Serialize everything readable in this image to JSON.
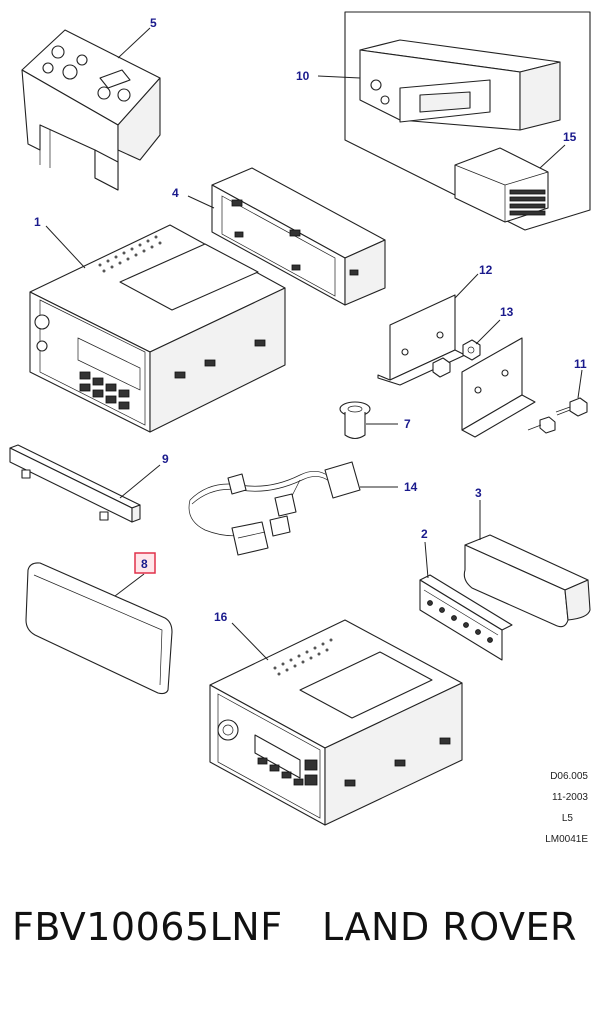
{
  "diagram": {
    "callouts": {
      "c1": "1",
      "c2": "2",
      "c3": "3",
      "c4": "4",
      "c5": "5",
      "c7": "7",
      "c8": "8",
      "c9": "9",
      "c10": "10",
      "c11": "11",
      "c12": "12",
      "c13": "13",
      "c14": "14",
      "c15": "15",
      "c16": "16"
    },
    "highlighted_callout": "8",
    "highlight_color": "#e0304a",
    "callout_color": "#1a1a8c",
    "reference_block": [
      "D06.005",
      "11-2003",
      "L5",
      "LM0041E"
    ]
  },
  "footer": {
    "part_number": "FBV10065LNF",
    "brand": "LAND ROVER"
  }
}
